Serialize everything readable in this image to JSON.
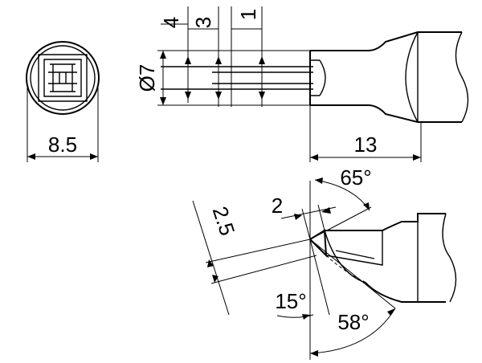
{
  "colors": {
    "line": "#000000",
    "background": "#ffffff"
  },
  "end_view": {
    "width_label": "8.5"
  },
  "side_view": {
    "dim_4": "4",
    "dim_3": "3",
    "dim_1": "1",
    "diameter_label": "Ø7",
    "length_label": "13"
  },
  "tip_view": {
    "dim_2": "2",
    "dim_2_5": "2.5",
    "angle_65": "65°",
    "angle_15": "15°",
    "angle_58": "58°"
  }
}
